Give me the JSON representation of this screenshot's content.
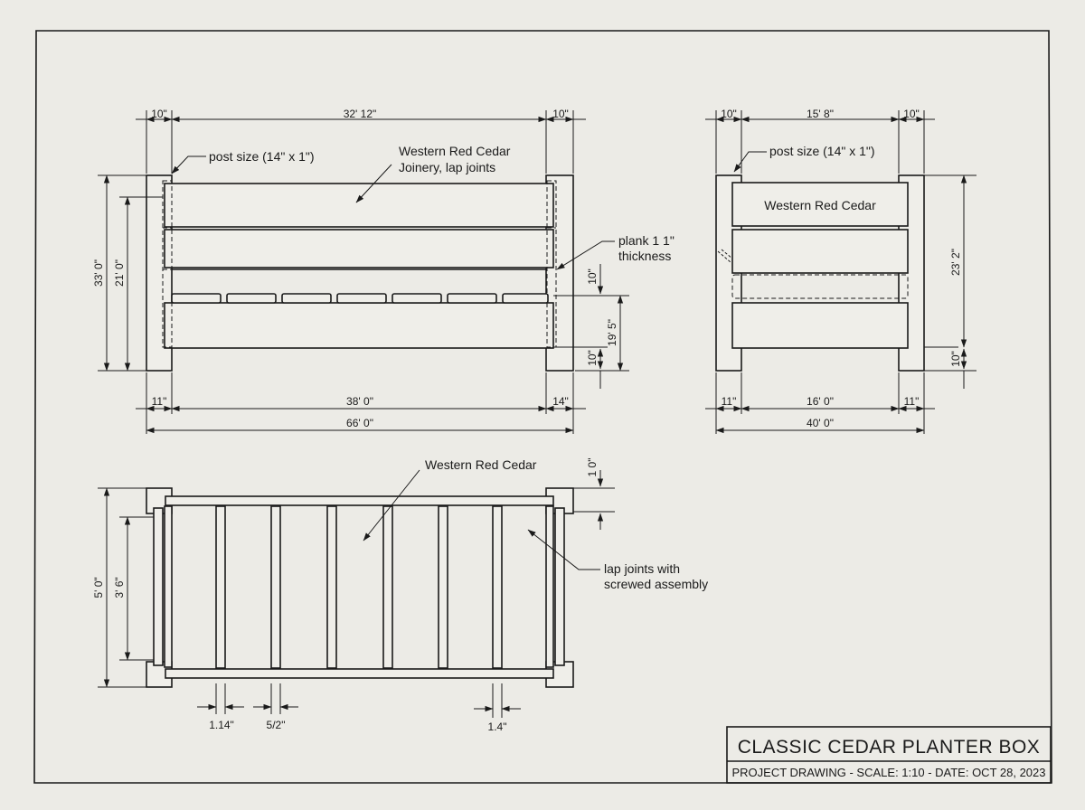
{
  "colors": {
    "paper": "#ecebe6",
    "ink": "#1a1a1a"
  },
  "front_view": {
    "dims": {
      "top_left": "10\"",
      "top_mid": "32' 12\"",
      "top_right": "10\"",
      "left_outer": "33' 0\"",
      "left_inner": "21' 0\"",
      "bot_left": "11\"",
      "bot_mid": "38' 0\"",
      "bot_right": "14\"",
      "overall": "66' 0\"",
      "right_top": "10\"",
      "right_mid": "19' 5\"",
      "right_bot": "10\""
    },
    "labels": {
      "post": "post size (14\" x 1\")",
      "material_1": "Western Red Cedar",
      "material_2": "Joinery, lap joints",
      "plank_1": "plank 1 1\"",
      "plank_2": "thickness"
    }
  },
  "side_view": {
    "dims": {
      "top_left": "10\"",
      "top_mid": "15' 8\"",
      "top_right": "10\"",
      "right_height": "23' 2\"",
      "right_bot": "10\"",
      "bot_left": "11\"",
      "bot_mid": "16' 0\"",
      "bot_right": "11\"",
      "overall": "40' 0\""
    },
    "labels": {
      "post": "post size (14\" x 1\")",
      "material": "Western Red Cedar"
    }
  },
  "top_view": {
    "dims": {
      "left_outer": "5' 0\"",
      "left_inner": "3' 6\"",
      "right_top": "1 0\"",
      "slat_1": "1.14\"",
      "slat_2": "5/2\"",
      "slat_3": "1.4\""
    },
    "labels": {
      "material": "Western Red Cedar",
      "joints_1": "lap joints with",
      "joints_2": "screwed assembly"
    }
  },
  "title_block": {
    "title": "CLASSIC CEDAR PLANTER BOX",
    "subtitle": "PROJECT DRAWING - SCALE: 1:10 - DATE: OCT 28, 2023"
  }
}
